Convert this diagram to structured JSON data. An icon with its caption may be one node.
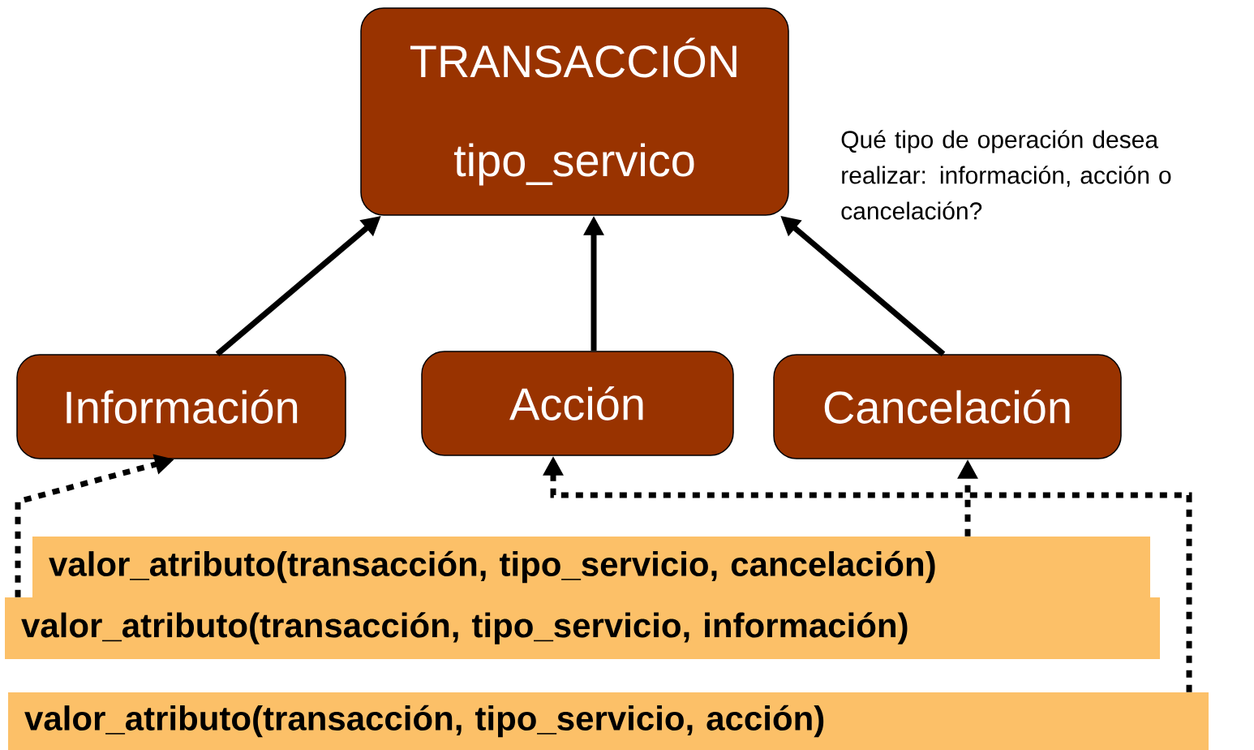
{
  "diagram": {
    "nodes": [
      {
        "text": [
          "TRANSACCIÓN",
          "tipo_servico"
        ]
      },
      {
        "text": [
          "Información"
        ]
      },
      {
        "text": [
          "Acción"
        ]
      },
      {
        "text": [
          "Cancelación"
        ]
      },
      {
        "text": [
          "valor_atributo(transacción, tipo_servicio, cancelación)"
        ]
      },
      {
        "text": [
          "valor_atributo(transacción, tipo_servicio, información)"
        ]
      },
      {
        "text": [
          "valor_atributo(transacción, tipo_servicio, acción)"
        ]
      }
    ],
    "edges": [
      {
        "from": 1,
        "to": 0,
        "arrow": "to"
      },
      {
        "from": 2,
        "to": 0,
        "arrow": "to"
      },
      {
        "from": 3,
        "to": 0,
        "arrow": "to"
      },
      {
        "from": 5,
        "to": 1,
        "arrow": "to",
        "style": "dashed"
      },
      {
        "from": 6,
        "to": 2,
        "arrow": "to",
        "style": "dashed"
      },
      {
        "from": 4,
        "to": 3,
        "arrow": "to",
        "style": "dashed"
      }
    ],
    "labels": [
      "Qué tipo de operación desea realizar: información, acción o cancelación?"
    ]
  }
}
